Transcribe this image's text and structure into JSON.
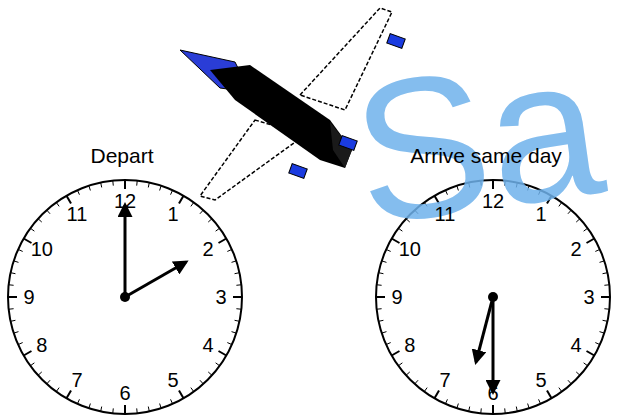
{
  "diagram": {
    "labels": [
      "Depart",
      "12",
      "1",
      "2",
      "3",
      "4",
      "5",
      "6",
      "7",
      "8",
      "9",
      "10",
      "11",
      "Arrive same day",
      "12",
      "1",
      "2",
      "3",
      "4",
      "5",
      "6",
      "7",
      "8",
      "9",
      "10",
      "11",
      "Sa"
    ]
  }
}
